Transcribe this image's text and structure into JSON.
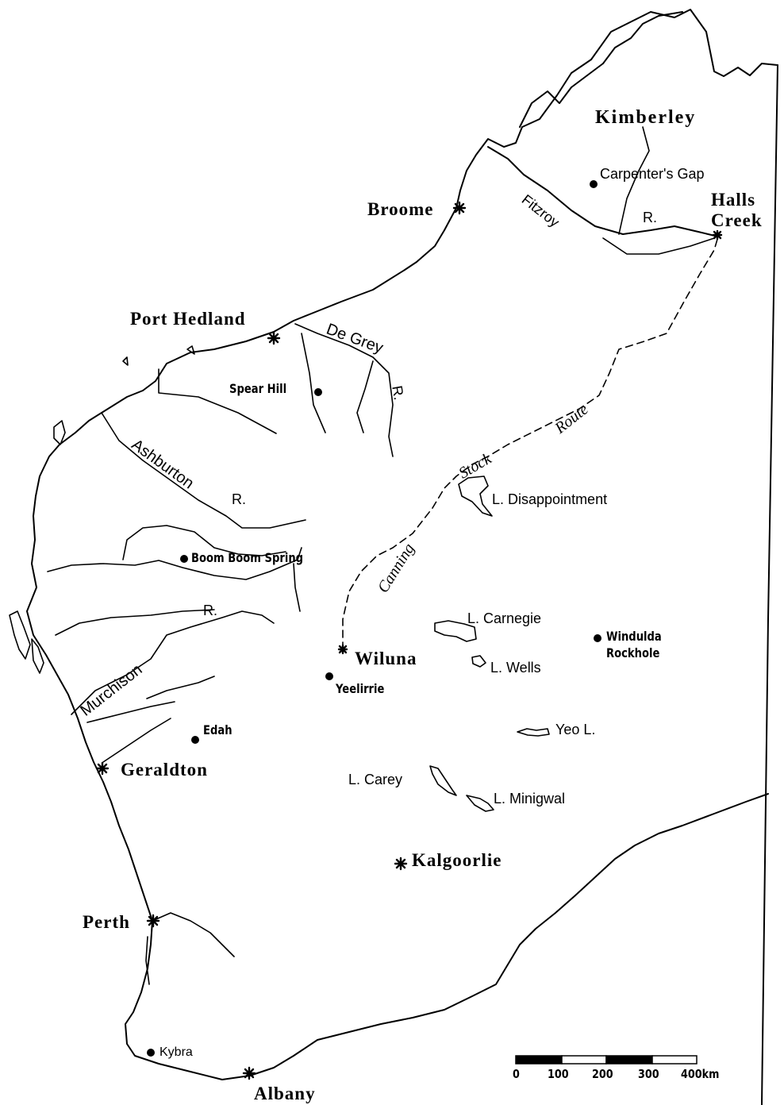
{
  "towns": {
    "broome": "Broome",
    "port_hedland": "Port Hedland",
    "wiluna": "Wiluna",
    "geraldton": "Geraldton",
    "kalgoorlie": "Kalgoorlie",
    "perth": "Perth",
    "albany": "Albany",
    "halls_creek_1": "Halls",
    "halls_creek_2": "Creek"
  },
  "regions": {
    "kimberley": "Kimberley"
  },
  "sites": {
    "carpenters_gap": "Carpenter's Gap",
    "spear_hill": "Spear Hill",
    "boom_boom_spring": "Boom Boom Spring",
    "yeelirrie": "Yeelirrie",
    "edah": "Edah",
    "windulda_1": "Windulda",
    "windulda_2": "Rockhole",
    "kybra": "Kybra"
  },
  "lakes": {
    "disappointment": "L. Disappointment",
    "carnegie": "L. Carnegie",
    "wells": "L. Wells",
    "yeo": "Yeo L.",
    "carey": "L. Carey",
    "minigwal": "L. Minigwal"
  },
  "rivers": {
    "fitzroy": "Fitzroy",
    "fitzroy_r": "R.",
    "de_grey": "De Grey",
    "de_grey_r": "R.",
    "ashburton": "Ashburton",
    "ashburton_r": "R.",
    "murchison": "Murchison",
    "murchison_r": "R."
  },
  "route": {
    "canning": "Canning",
    "stock": "Stock",
    "route": "Route"
  },
  "scale_bar": {
    "ticks": [
      "0",
      "100",
      "200",
      "300",
      "400km"
    ]
  },
  "colors": {
    "ink": "#000000",
    "background": "#ffffff"
  },
  "symbols": {
    "town": "asterisk-icon",
    "site": "dot-icon"
  }
}
